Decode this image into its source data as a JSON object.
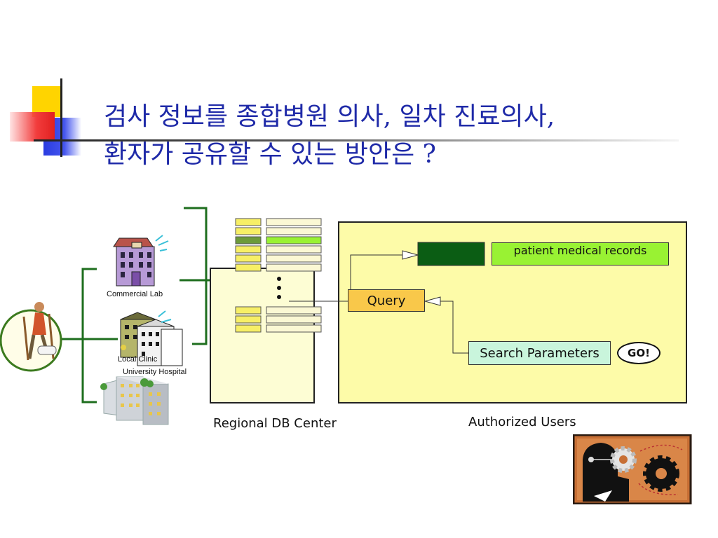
{
  "title": {
    "line1": "검사 정보를 종합병원 의사, 일차 진료의사,",
    "line2": "환자가 공유할 수 있는 방안은 ?"
  },
  "facilities": {
    "commercial_lab": "Commercial Lab",
    "local_clinic": "Local Clinic",
    "university_hospital": "University Hospital"
  },
  "regional_db": {
    "label": "Regional DB Center"
  },
  "authorized_users": {
    "label": "Authorized Users",
    "records_label": "patient medical records",
    "query_label": "Query",
    "search_label": "Search Parameters",
    "go_label": "GO!"
  },
  "colors": {
    "title": "#1f2aa8",
    "connector_green": "#1e6e1e",
    "panel_yellow": "#fdfba8",
    "query_orange": "#f9c84a",
    "records_dark_green": "#0b5d14",
    "records_light_green": "#99f233",
    "search_mint": "#c9f5dc",
    "row_yellow": "#f7ef66",
    "row_cream": "#fbf8d4"
  }
}
